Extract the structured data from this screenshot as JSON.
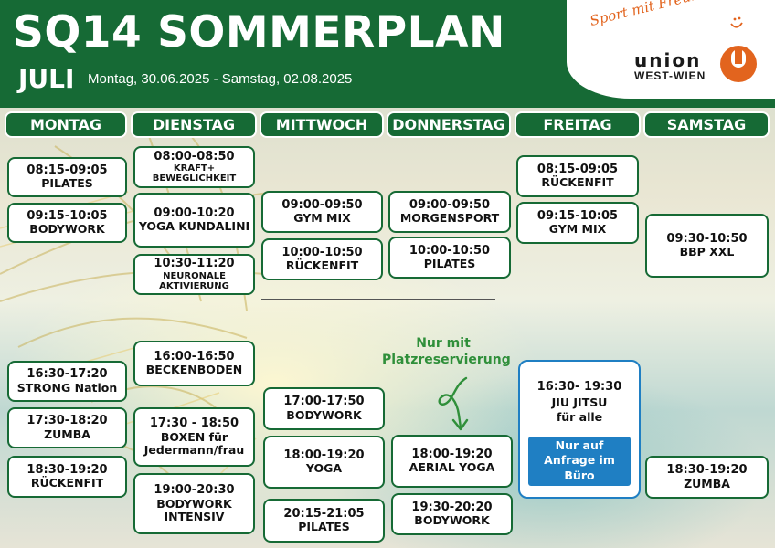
{
  "header": {
    "title": "SQ14 SOMMERPLAN",
    "month": "JULI",
    "date_range": "Montag, 30.06.2025 - Samstag, 02.08.2025",
    "slogan": "Sport mit Freunden",
    "brand_name": "union",
    "brand_sub": "WEST-WIEN"
  },
  "days": [
    "MONTAG",
    "DIENSTAG",
    "MITTWOCH",
    "DONNERSTAG",
    "FREITAG",
    "SAMSTAG"
  ],
  "classes": {
    "montag": [
      {
        "time": "08:15-09:05",
        "name": "PILATES"
      },
      {
        "time": "09:15-10:05",
        "name": "BODYWORK"
      },
      {
        "time": "16:30-17:20",
        "name": "STRONG Nation"
      },
      {
        "time": "17:30-18:20",
        "name": "ZUMBA"
      },
      {
        "time": "18:30-19:20",
        "name": "RÜCKENFIT"
      }
    ],
    "dienstag": [
      {
        "time": "08:00-08:50",
        "name": "KRAFT+ BEWEGLICHKEIT"
      },
      {
        "time": "09:00-10:20",
        "name": "YOGA KUNDALINI"
      },
      {
        "time": "10:30-11:20",
        "name": "NEURONALE AKTIVIERUNG"
      },
      {
        "time": "16:00-16:50",
        "name": "BECKENBODEN"
      },
      {
        "time": "17:30 - 18:50",
        "name": "BOXEN für Jedermann/frau"
      },
      {
        "time": "19:00-20:30",
        "name": "BODYWORK INTENSIV"
      }
    ],
    "mittwoch": [
      {
        "time": "09:00-09:50",
        "name": "GYM MIX"
      },
      {
        "time": "10:00-10:50",
        "name": "RÜCKENFIT"
      },
      {
        "time": "17:00-17:50",
        "name": "BODYWORK"
      },
      {
        "time": "18:00-19:20",
        "name": "YOGA"
      },
      {
        "time": "20:15-21:05",
        "name": "PILATES"
      }
    ],
    "donnerstag": [
      {
        "time": "09:00-09:50",
        "name": "MORGENSPORT"
      },
      {
        "time": "10:00-10:50",
        "name": "PILATES"
      },
      {
        "time": "18:00-19:20",
        "name": "AERIAL YOGA"
      },
      {
        "time": "19:30-20:20",
        "name": "BODYWORK"
      }
    ],
    "freitag": [
      {
        "time": "08:15-09:05",
        "name": "RÜCKENFIT"
      },
      {
        "time": "09:15-10:05",
        "name": "GYM MIX"
      },
      {
        "time": "16:30- 19:30",
        "name": "JIU JITSU",
        "note": "für alle",
        "button": "Nur auf Anfrage im Büro"
      }
    ],
    "samstag": [
      {
        "time": "09:30-10:50",
        "name": "BBP XXL"
      },
      {
        "time": "18:30-19:20",
        "name": "ZUMBA"
      }
    ]
  },
  "reservation_note": "Nur mit Platzreservierung",
  "colors": {
    "brand_green": "#166a35",
    "accent_orange": "#e2641e",
    "info_blue": "#1f7fc3",
    "note_green": "#2f8f3a"
  }
}
